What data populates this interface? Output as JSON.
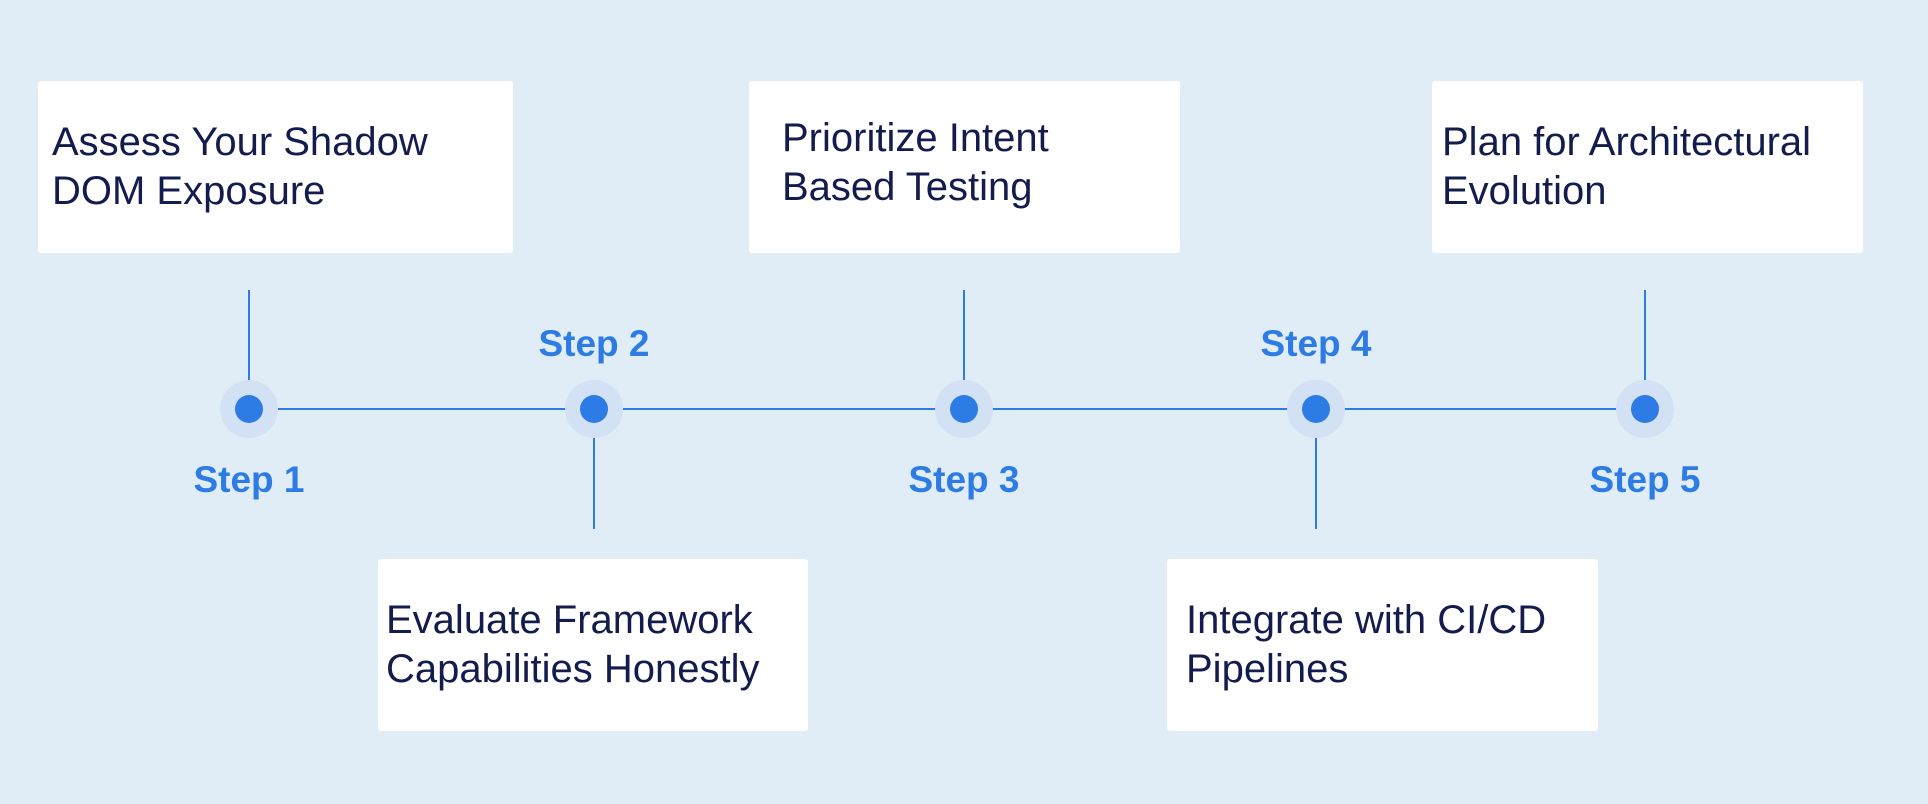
{
  "colors": {
    "background": "#e0ecf6",
    "card": "#ffffff",
    "title_text": "#141b4d",
    "accent": "#2d7be5",
    "halo": "#d2e1f4"
  },
  "steps": [
    {
      "label": "Step 1",
      "title": "Assess Your Shadow DOM Exposure",
      "position": "above"
    },
    {
      "label": "Step 2",
      "title": "Evaluate Framework Capabilities Honestly",
      "position": "below"
    },
    {
      "label": "Step 3",
      "title": "Prioritize Intent Based Testing",
      "position": "above"
    },
    {
      "label": "Step 4",
      "title": "Integrate with CI/CD Pipelines",
      "position": "below"
    },
    {
      "label": "Step 5",
      "title": "Plan for Architectural Evolution",
      "position": "above"
    }
  ]
}
